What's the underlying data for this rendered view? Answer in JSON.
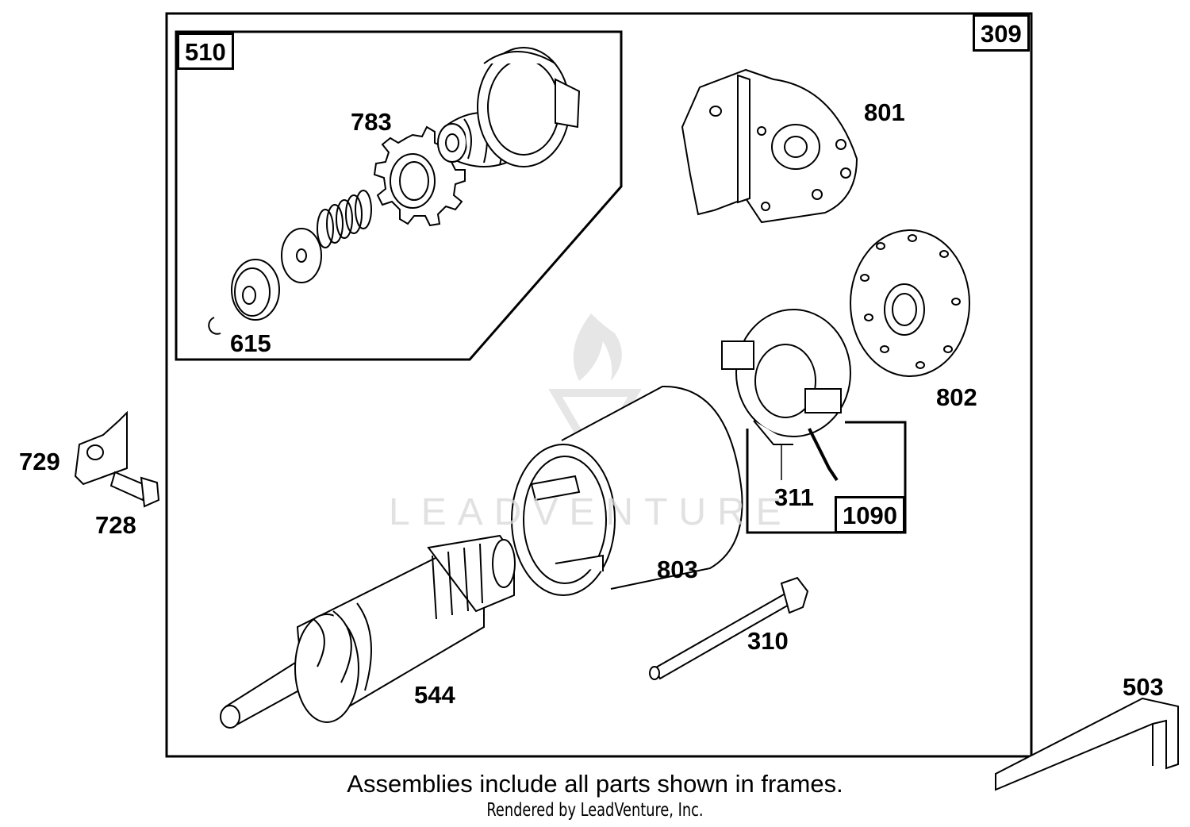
{
  "frames": {
    "main": "309",
    "drive": "510",
    "brush": "1090"
  },
  "parts": {
    "p783": "783",
    "p615": "615",
    "p801": "801",
    "p802": "802",
    "p311": "311",
    "p803": "803",
    "p310": "310",
    "p544": "544",
    "p729": "729",
    "p728": "728",
    "p503": "503"
  },
  "footer": {
    "note": "Assemblies include all parts shown in frames.",
    "credit": "Rendered by LeadVenture, Inc."
  },
  "watermark": "LEADVENTURE",
  "colors": {
    "line": "#000000",
    "background": "#ffffff",
    "watermark": "#d8d8d8"
  }
}
